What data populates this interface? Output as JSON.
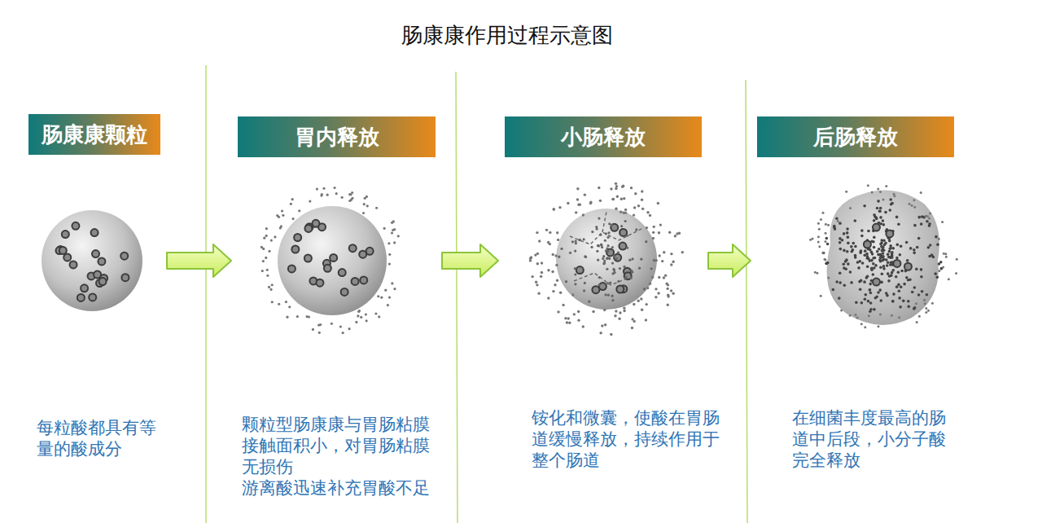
{
  "diagram": {
    "title": "肠康康作用过程示意图",
    "nodes": [
      {
        "text": [
          "肠康康颗粒",
          "每粒酸都具有等量的酸成分"
        ]
      },
      {
        "text": [
          "胃内释放",
          "颗粒型肠康康与胃肠粘膜接触面积小，对胃肠粘膜无损伤",
          "游离酸迅速补充胃酸不足"
        ]
      },
      {
        "text": [
          "小肠释放",
          "铵化和微囊，使酸在胃肠道缓慢释放，持续作用于整个肠道"
        ]
      },
      {
        "text": [
          "后肠释放",
          "在细菌丰度最高的肠道中后段，小分子酸完全释放"
        ]
      }
    ],
    "edges": [
      {
        "from": 0,
        "to": 1,
        "arrow": "to"
      },
      {
        "from": 1,
        "to": 2,
        "arrow": "to"
      },
      {
        "from": 2,
        "to": 3,
        "arrow": "to"
      }
    ]
  }
}
